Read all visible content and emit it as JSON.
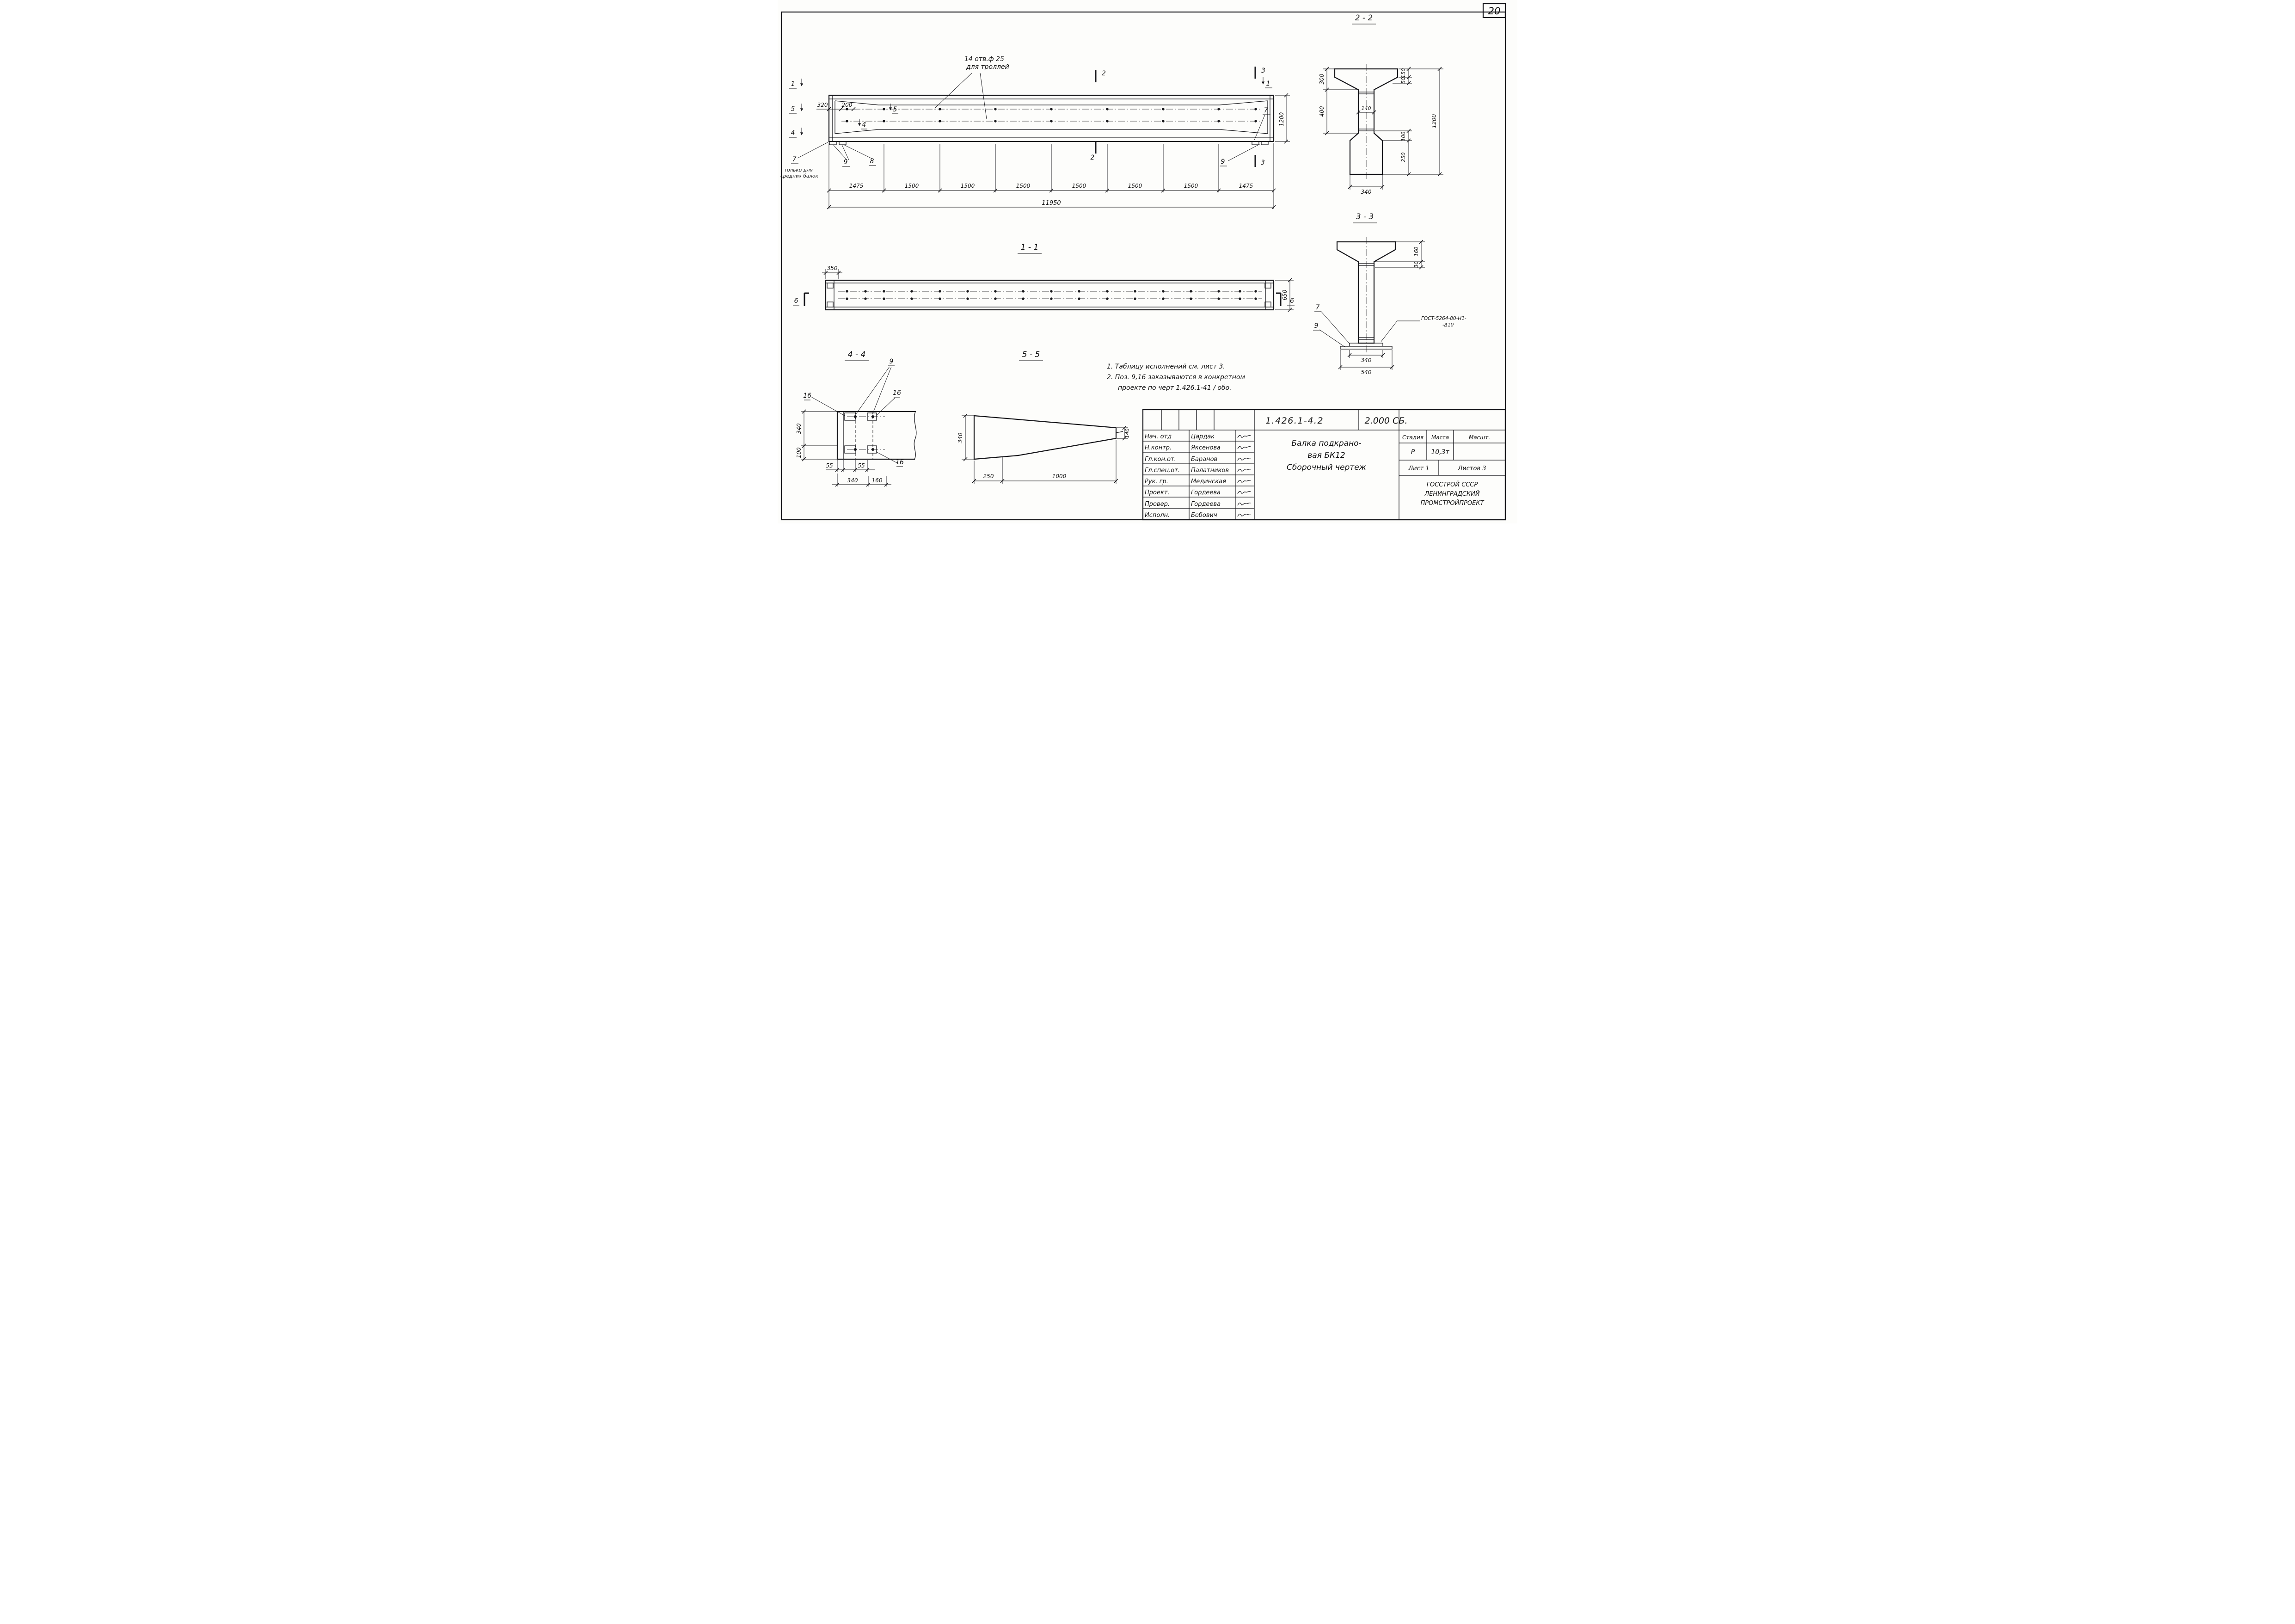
{
  "sheet": {
    "number": "20"
  },
  "elevation": {
    "callout1": "14 отв.ф 25",
    "callout2": "для троллей",
    "m1": "1",
    "m5": "5",
    "m4": "4",
    "m2": "2",
    "m3": "3",
    "m7": "7",
    "m8": "8",
    "m9": "9",
    "dim320": "320",
    "dim200": "200",
    "segs": [
      "1475",
      "1500",
      "1500",
      "1500",
      "1500",
      "1500",
      "1500",
      "1475"
    ],
    "total": "11950",
    "height": "1200",
    "note1": "только для",
    "note2": "средних балок"
  },
  "s22": {
    "title": "2 - 2",
    "d300": "300",
    "d400": "400",
    "d140": "140",
    "d150": "150",
    "d50": "50",
    "d100": "100",
    "d250": "250",
    "d1200": "1200",
    "d340": "340"
  },
  "v11": {
    "title": "1 - 1",
    "d350": "350",
    "d650": "650",
    "m6": "6"
  },
  "s33": {
    "title": "3 - 3",
    "d160": "160",
    "d30": "30",
    "d340": "340",
    "d540": "540",
    "m7": "7",
    "m9": "9",
    "gost1": "ГОСТ-5264-80-Н1-",
    "gost2": "-Δ10"
  },
  "v44": {
    "title": "4 - 4",
    "m9": "9",
    "m16": "16",
    "d340": "340",
    "d100": "100",
    "d55": "55",
    "d340b": "340",
    "d160": "160"
  },
  "v55": {
    "title": "5 - 5",
    "d340": "340",
    "d140": "140",
    "d250": "250",
    "d1000": "1000"
  },
  "notes": {
    "l1": "1. Таблицу исполнений  см. лист 3.",
    "l2": "2. Поз. 9,16 заказываются в конкретном",
    "l3": "проекте по черт 1.426.1-41 / обо."
  },
  "tb": {
    "doc": "1.426.1-4.2",
    "code": "2.000 СБ.",
    "staff": [
      {
        "role": "Нач. отд",
        "name": "Цардак"
      },
      {
        "role": "Н.контр.",
        "name": "Яксенова"
      },
      {
        "role": "Гл.кон.от.",
        "name": "Баранов"
      },
      {
        "role": "Гл.спец.от.",
        "name": "Палатников"
      },
      {
        "role": "Рук. гр.",
        "name": "Мединская"
      },
      {
        "role": "Проект.",
        "name": "Гордеева"
      },
      {
        "role": "Провер.",
        "name": "Гордеева"
      },
      {
        "role": "Исполн.",
        "name": "Бобович"
      }
    ],
    "t1": "Балка подкрано-",
    "t2": "вая БК12",
    "t3": "Сборочный  чертеж",
    "stage_h": "Стадия",
    "mass_h": "Масса",
    "scale_h": "Масшт.",
    "stage": "Р",
    "mass": "10,3т",
    "sheet": "Лист 1",
    "sheets": "Листов 3",
    "org1": "ГОССТРОЙ СССР",
    "org2": "ЛЕНИНГРАДСКИЙ",
    "org3": "ПРОМСТРОЙПРОЕКТ"
  }
}
